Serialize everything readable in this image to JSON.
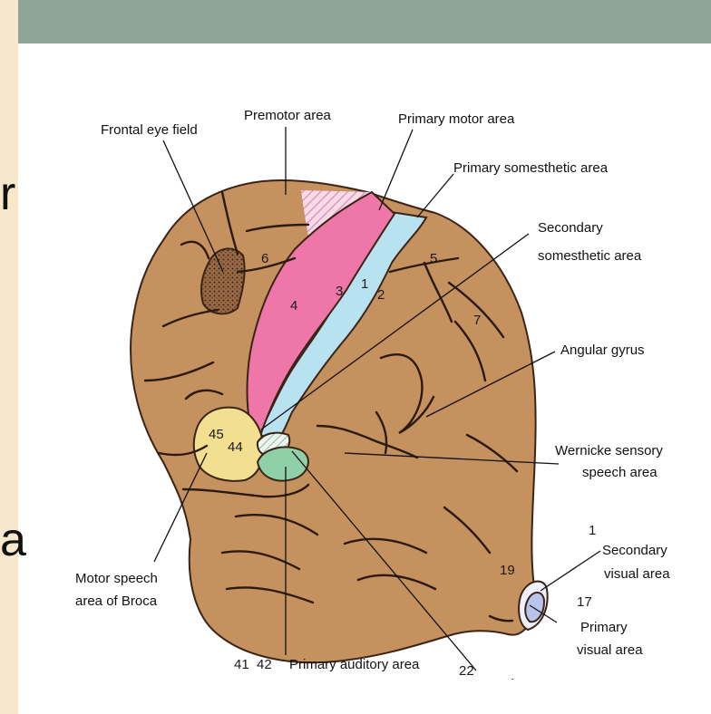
{
  "colors": {
    "left_strip": "#f7e8cc",
    "header_bar": "#8fa596",
    "brain": "#c4915f",
    "brain_outline": "#3a2416",
    "primary_motor": "#ee76a8",
    "primary_somesthetic": "#b9e2f1",
    "premotor_hatch": "#e08ab8",
    "broca": "#f2df8f",
    "auditory": "#8fd0a8",
    "visual": "#b8c4ec"
  },
  "left_glyphs": [
    "r",
    "a"
  ],
  "labels": {
    "frontal_eye_field": "Frontal eye field",
    "premotor_area": "Premotor area",
    "primary_motor_area": "Primary motor area",
    "primary_somesthetic_area": "Primary somesthetic area",
    "secondary_somesthetic_area_1": "Secondary",
    "secondary_somesthetic_area_2": "somesthetic area",
    "angular_gyrus": "Angular gyrus",
    "wernicke_1": "Wernicke sensory",
    "wernicke_2": "speech area",
    "secondary_visual_1": "Secondary",
    "secondary_visual_2": "visual area",
    "primary_visual_1": "Primary",
    "primary_visual_2": "visual area",
    "motor_speech_1": "Motor speech",
    "motor_speech_2": "area of Broca",
    "primary_auditory_area": "Primary auditory area",
    "secondary_bottom": "Secondary"
  },
  "area_numbers": {
    "a6": "6",
    "a4": "4",
    "a3": "3",
    "a1": "1",
    "a2": "2",
    "a5": "5",
    "a7": "7",
    "a45": "45",
    "a44": "44",
    "a19": "19",
    "a17": "17",
    "a1_visual": "1",
    "a41": "41",
    "a42": "42",
    "a22": "22"
  }
}
